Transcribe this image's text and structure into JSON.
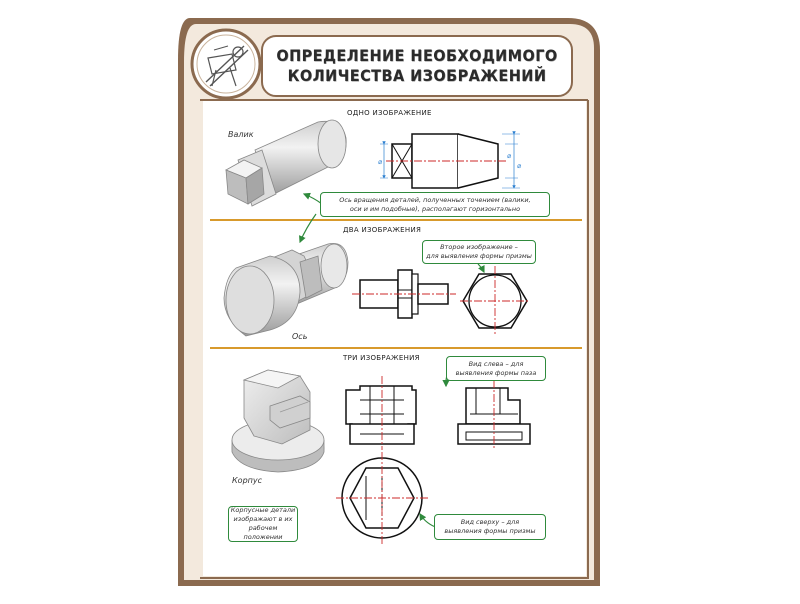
{
  "title": {
    "line1": "ОПРЕДЕЛЕНИЕ НЕОБХОДИМОГО",
    "line2": "КОЛИЧЕСТВА ИЗОБРАЖЕНИЙ"
  },
  "sections": [
    {
      "heading": "ОДНО ИЗОБРАЖЕНИЕ",
      "part_label": "Валик",
      "note_lines": [
        "Ось вращения деталей, полученных точением (валики,",
        "оси и им подобные), располагают горизонтально"
      ],
      "dim_symbol": "⌀"
    },
    {
      "heading": "ДВА ИЗОБРАЖЕНИЯ",
      "part_label": "Ось",
      "note_lines": [
        "Второе изображение –",
        "для выявления формы призмы"
      ]
    },
    {
      "heading": "ТРИ ИЗОБРАЖЕНИЯ",
      "part_label": "Корпус",
      "note_left_view_lines": [
        "Вид слева – для",
        "выявления формы паза"
      ],
      "note_body_lines": [
        "Корпусные детали",
        "изображают в их",
        "рабочем положении"
      ],
      "note_top_view_lines": [
        "Вид сверху – для",
        "выявления формы призмы"
      ]
    }
  ],
  "colors": {
    "frame": "#8b6a4f",
    "frame_inner": "#f3e9dd",
    "divider": "#d89a2c",
    "note_border": "#2f8a3c",
    "arrow": "#2f8a3c",
    "axis_line": "#cc2a2a",
    "dimension": "#2a7fd0"
  }
}
